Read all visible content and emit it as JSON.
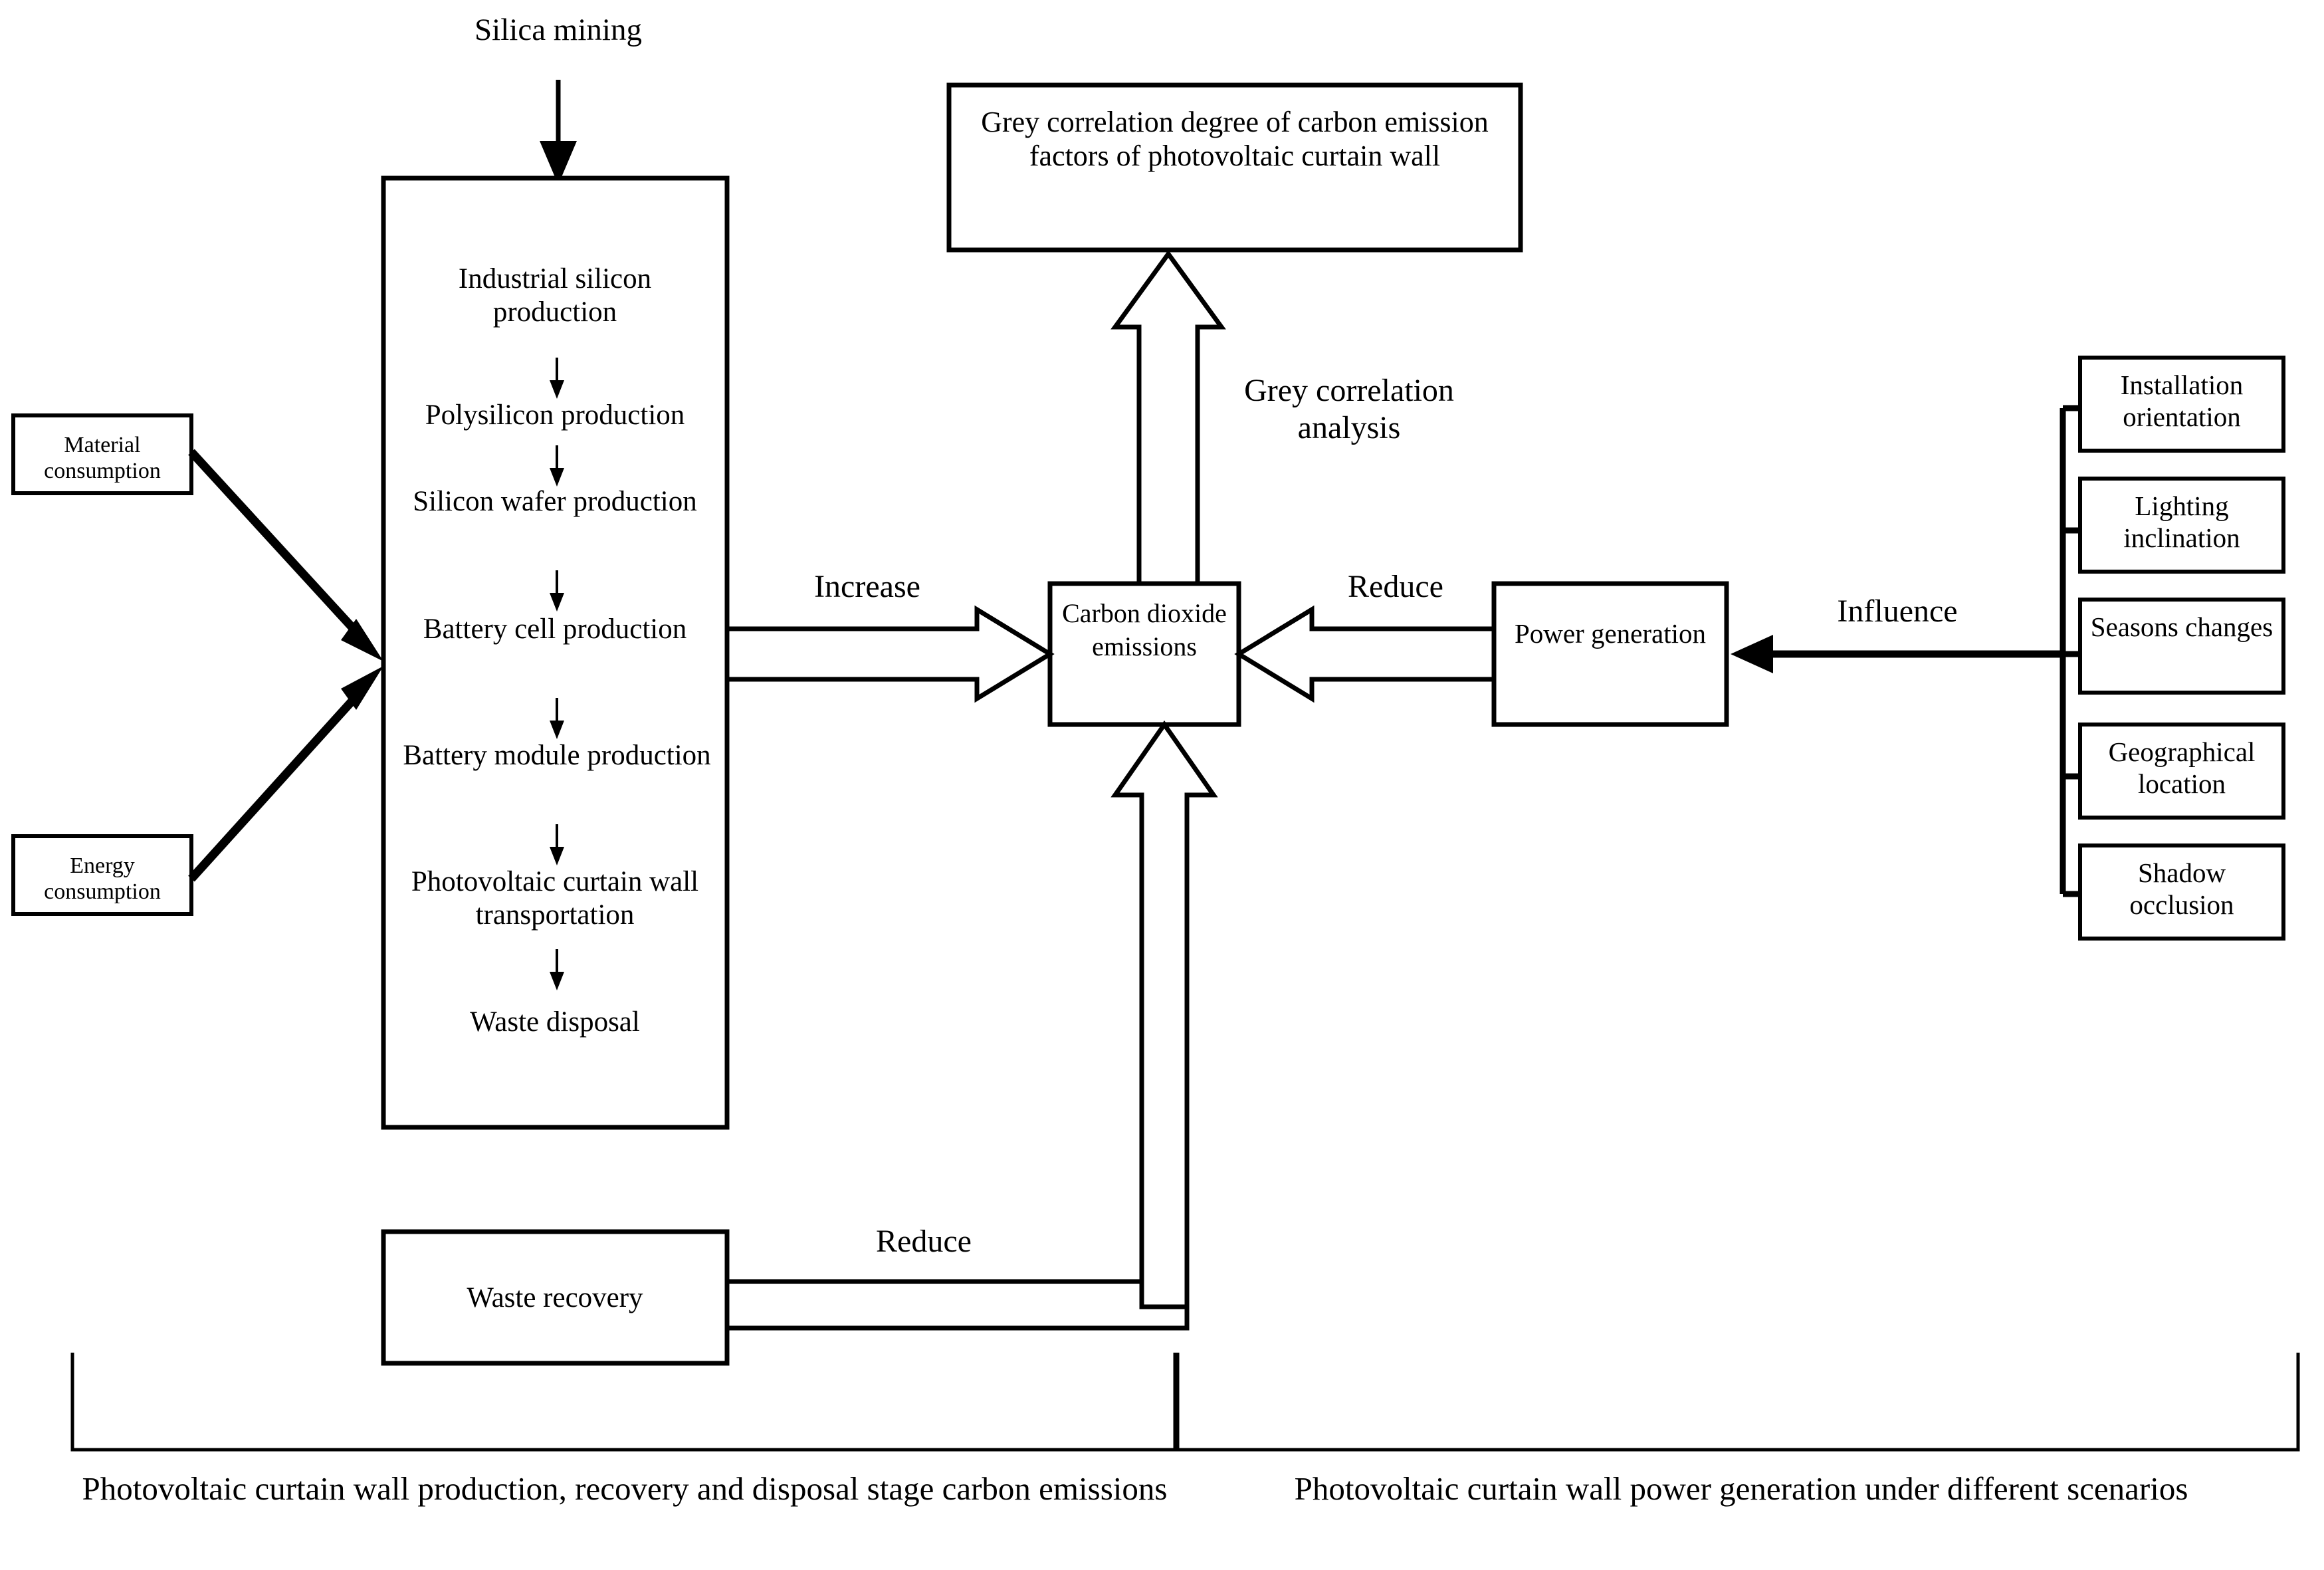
{
  "diagram": {
    "title_top": "Silica mining",
    "process_box": {
      "name": "photovoltaic-curtain-wall-lifecycle",
      "steps": [
        "Industrial silicon production",
        "Polysilicon production",
        "Silicon wafer production",
        "Battery cell production",
        "Battery module production",
        "Photovoltaic curtain wall transportation",
        "Waste disposal"
      ]
    },
    "left_inputs": [
      {
        "label": "Material consumption"
      },
      {
        "label": "Energy consumption"
      }
    ],
    "result_box": "Grey correlation degree of carbon emission factors of photovoltaic curtain wall",
    "center_box": "Carbon dioxide emissions",
    "power_box": "Power generation",
    "waste_box": "Waste recovery",
    "factors": [
      "Installation orientation",
      "Lighting inclination",
      "Seasons changes",
      "Geographical location",
      "Shadow occlusion"
    ],
    "edge_labels": {
      "increase": "Increase",
      "reduce_power": "Reduce",
      "reduce_waste": "Reduce",
      "influence": "Influence",
      "grey_analysis": "Grey correlation analysis"
    },
    "captions": {
      "left": "Photovoltaic curtain wall production, recovery and disposal stage carbon emissions",
      "right": "Photovoltaic curtain wall power generation under different scenarios"
    },
    "colors": {
      "stroke": "#000000",
      "fill": "#ffffff",
      "background": "#ffffff"
    }
  }
}
